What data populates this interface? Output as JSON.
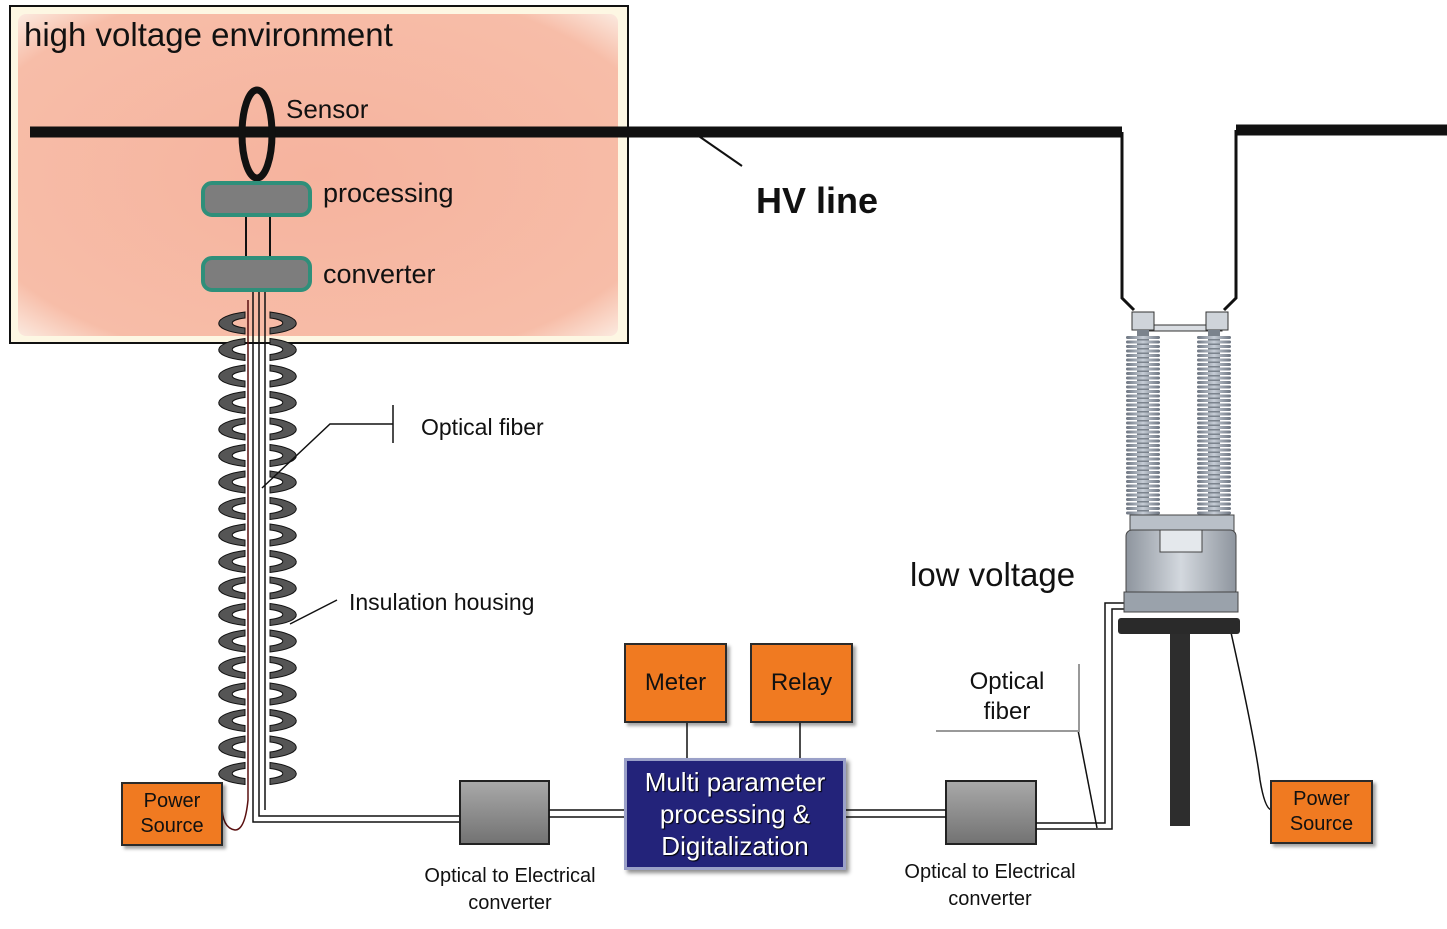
{
  "labels": {
    "hv_environment": "high voltage environment",
    "sensor": "Sensor",
    "processing": "processing",
    "converter": "converter",
    "hv_line": "HV line",
    "optical_fiber_left": "Optical fiber",
    "insulation_housing": "Insulation housing",
    "low_voltage": "low voltage",
    "optical_fiber_right": "Optical\nfiber",
    "o2e_left": "Optical to Electrical\nconverter",
    "o2e_right": "Optical to Electrical\nconverter"
  },
  "boxes": {
    "power_source_left": "Power\nSource",
    "power_source_right": "Power\nSource",
    "meter": "Meter",
    "relay": "Relay",
    "multi_param": "Multi parameter\nprocessing &\nDigitalization"
  },
  "colors": {
    "hv_zone_fill": "#f7b9a3",
    "orange_box": "#f07a21",
    "blue_box": "#23237a",
    "grey_box": "#8a8a8a",
    "component_teal": "#2f8f7a",
    "line_black": "#111111"
  }
}
